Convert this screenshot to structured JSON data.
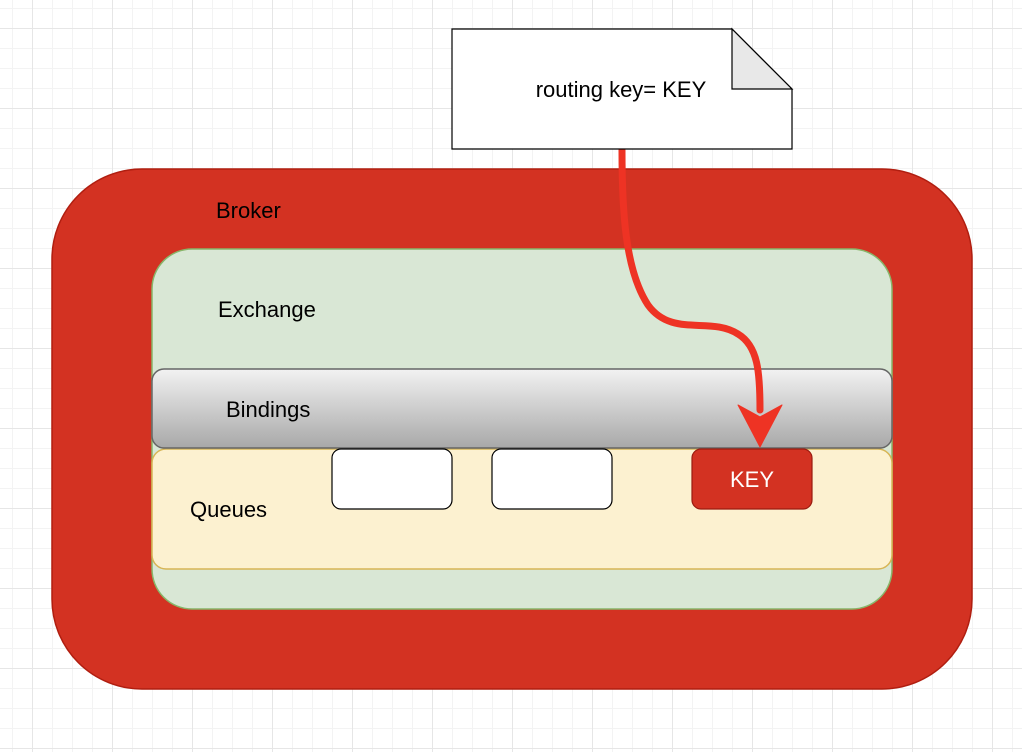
{
  "colors": {
    "broker_fill": "#d33222",
    "broker_stroke": "#b01e10",
    "exchange_fill": "#d9e7d5",
    "exchange_stroke": "#88b569",
    "bindings_top": "#f2f2f2",
    "bindings_bottom": "#a8a8a8",
    "bindings_stroke": "#666666",
    "queues_fill": "#fcf1d0",
    "queues_stroke": "#d7b555",
    "queue_box_fill": "#ffffff",
    "key_queue_fill": "#d33222",
    "arrow": "#ee3324",
    "note_fill": "#ffffff",
    "note_stroke": "#000000"
  },
  "broker": {
    "label": "Broker"
  },
  "exchange": {
    "label": "Exchange"
  },
  "bindings": {
    "label": "Bindings"
  },
  "queues": {
    "label": "Queues",
    "items": [
      {
        "label": ""
      },
      {
        "label": ""
      },
      {
        "label": "KEY"
      }
    ]
  },
  "message": {
    "label": "routing key= KEY"
  }
}
